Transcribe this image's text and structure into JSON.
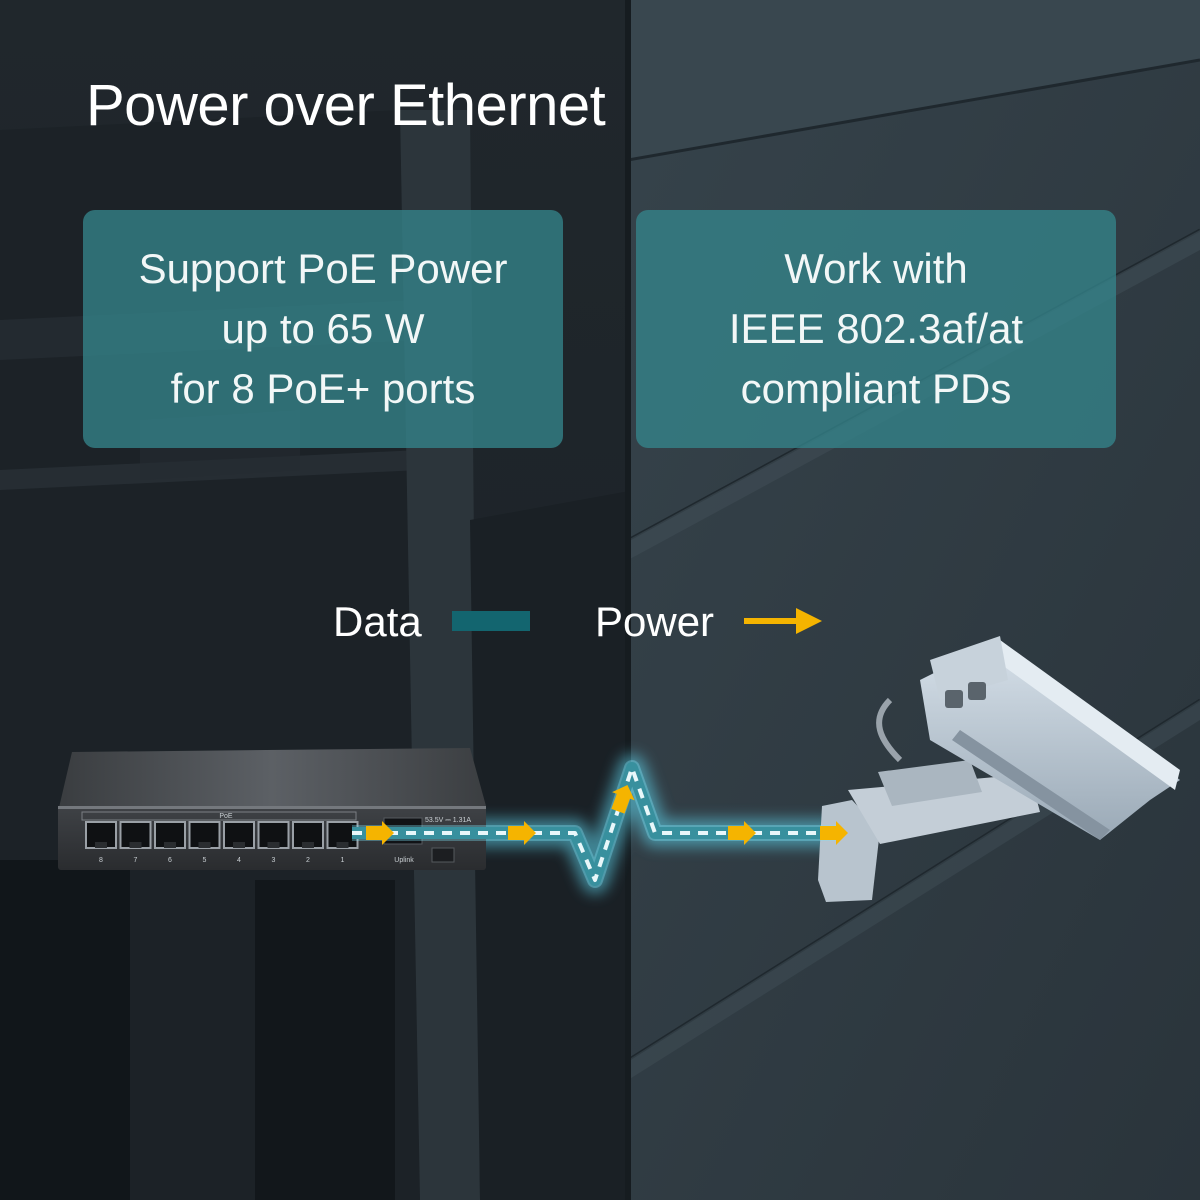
{
  "title": "Power over Ethernet",
  "cards": [
    {
      "lines": [
        "Support PoE Power",
        "up to 65 W",
        "for 8 PoE+ ports"
      ]
    },
    {
      "lines": [
        "Work with",
        "IEEE 802.3af/at",
        "compliant PDs"
      ]
    }
  ],
  "legend": {
    "data_label": "Data",
    "power_label": "Power",
    "data_color": "#13656f",
    "power_color": "#f5b400"
  },
  "switch": {
    "poe_label": "PoE",
    "port_numbers": [
      "8",
      "7",
      "6",
      "5",
      "4",
      "3",
      "2",
      "1"
    ],
    "uplink_label": "Uplink",
    "power_rating": "53.5V ⎓ 1.31A"
  },
  "colors": {
    "cable_glow": "#5fd6ee",
    "card_background": "#34848a"
  }
}
